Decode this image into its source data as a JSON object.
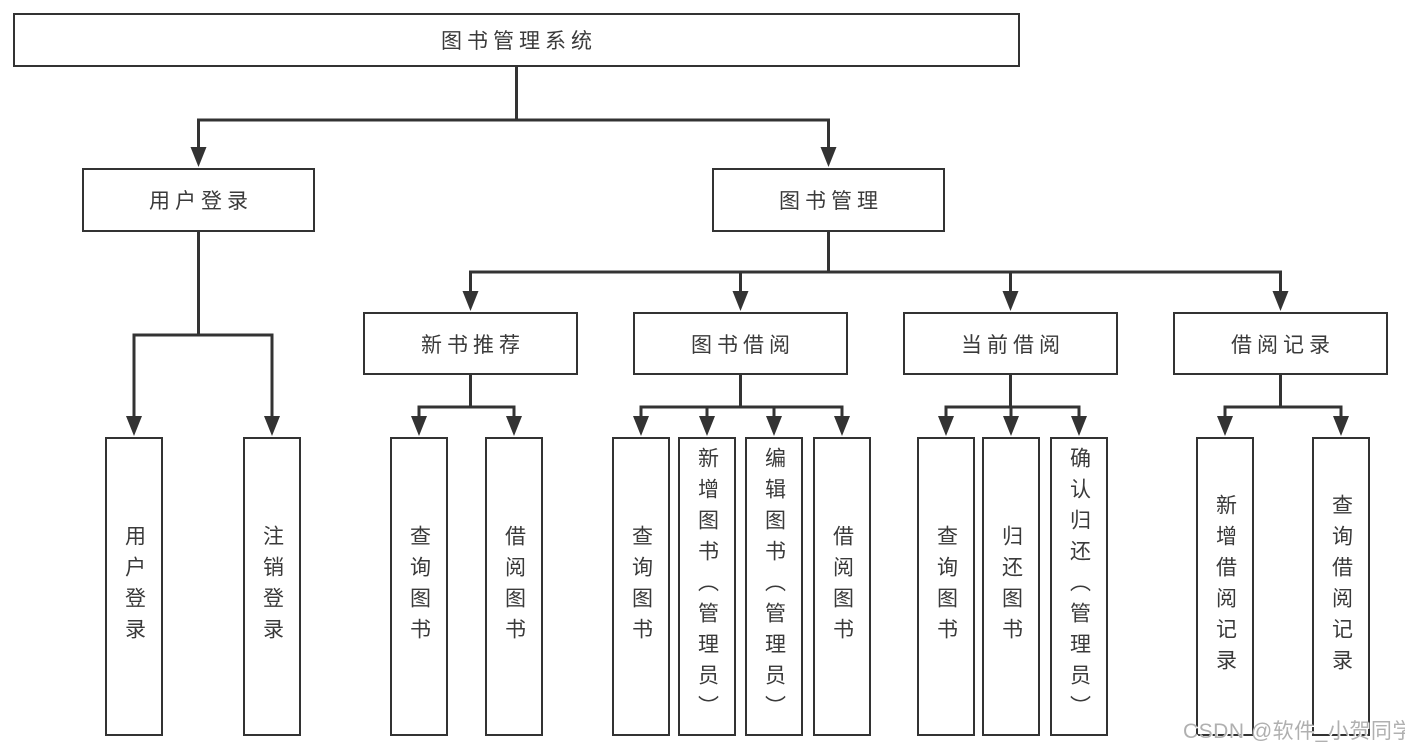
{
  "tree": {
    "label": "图书管理系统",
    "children": [
      {
        "label": "用户登录",
        "children": [
          {
            "label": "用户登录"
          },
          {
            "label": "注销登录"
          }
        ]
      },
      {
        "label": "图书管理",
        "children": [
          {
            "label": "新书推荐",
            "children": [
              {
                "label": "查询图书"
              },
              {
                "label": "借阅图书"
              }
            ]
          },
          {
            "label": "图书借阅",
            "children": [
              {
                "label": "查询图书"
              },
              {
                "label": "新增图书（管理员）"
              },
              {
                "label": "编辑图书（管理员）"
              },
              {
                "label": "借阅图书"
              }
            ]
          },
          {
            "label": "当前借阅",
            "children": [
              {
                "label": "查询图书"
              },
              {
                "label": "归还图书"
              },
              {
                "label": "确认归还（管理员）"
              }
            ]
          },
          {
            "label": "借阅记录",
            "children": [
              {
                "label": "新增借阅记录"
              },
              {
                "label": "查询借阅记录"
              }
            ]
          }
        ]
      }
    ]
  },
  "watermark": "CSDN @软件_小贺同学",
  "colors": {
    "line": "#333333",
    "text": "#3a3a3a",
    "background": "#ffffff",
    "watermark": "#b0b0b0"
  }
}
